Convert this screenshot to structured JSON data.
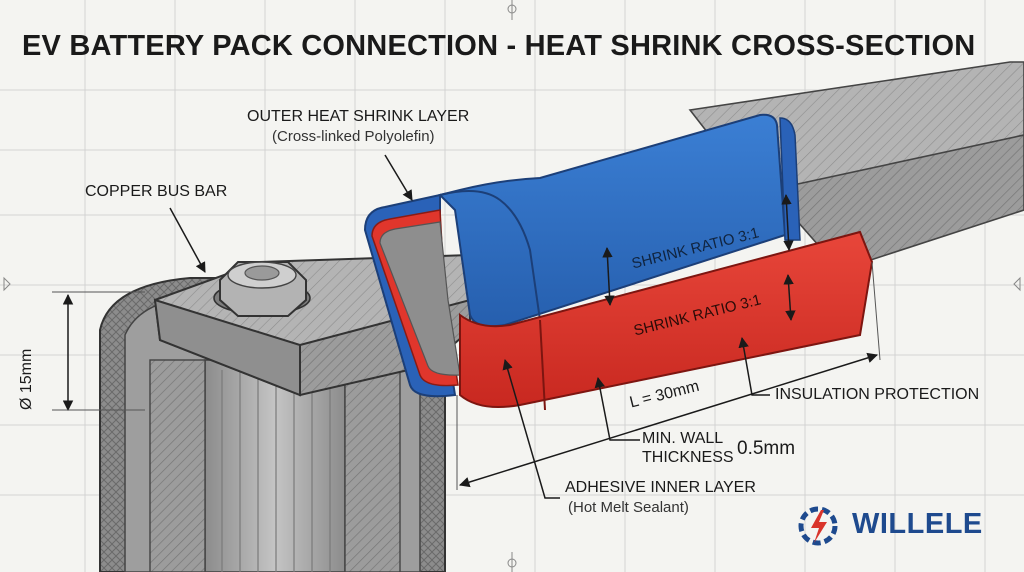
{
  "title": "EV BATTERY PACK CONNECTION - HEAT SHRINK CROSS-SECTION",
  "labels": {
    "outer_layer": "OUTER HEAT SHRINK LAYER",
    "outer_layer_material": "(Cross-linked Polyolefin)",
    "bus_bar": "COPPER BUS BAR",
    "shrink_ratio_outer": "SHRINK RATIO 3:1",
    "shrink_ratio_inner": "SHRINK RATIO 3:1",
    "diameter": "Ø 15mm",
    "length": "L = 30mm",
    "insulation": "INSULATION PROTECTION",
    "min_wall_line1": "MIN. WALL",
    "min_wall_line2": "THICKNESS",
    "min_wall_value": "0.5mm",
    "adhesive_layer": "ADHESIVE INNER LAYER",
    "adhesive_material": "(Hot Melt Sealant)"
  },
  "logo": {
    "text": "WILLELE",
    "brand_color": "#1e4a8e",
    "accent_color": "#d9342b"
  },
  "colors": {
    "outer_shrink": "#2f6fc4",
    "inner_shrink": "#e0362c",
    "metal": "#a9a9a9",
    "grid": "#d3d3d3"
  }
}
